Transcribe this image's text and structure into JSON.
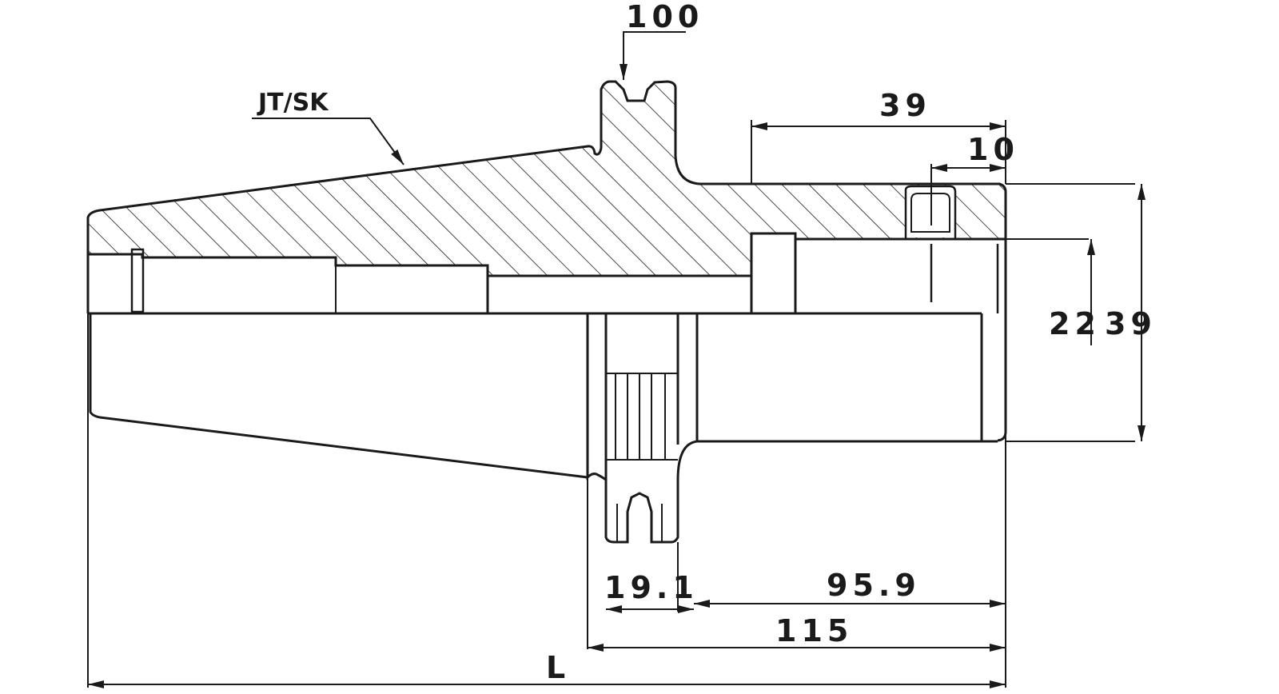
{
  "drawing": {
    "type": "technical-drawing",
    "subject": "tool holder shank, half section",
    "callouts": {
      "taper_standard": "JT/SK"
    },
    "dimensions": {
      "top_dim": "100",
      "length_39": "39",
      "length_10": "10",
      "dia_22": "22",
      "dia_39": "39",
      "flange_width": "19.1",
      "gauge_to_end": "95.9",
      "flange_to_end": "115",
      "overall": "L"
    },
    "colors": {
      "line": "#1a1a1a",
      "background": "#ffffff"
    }
  }
}
